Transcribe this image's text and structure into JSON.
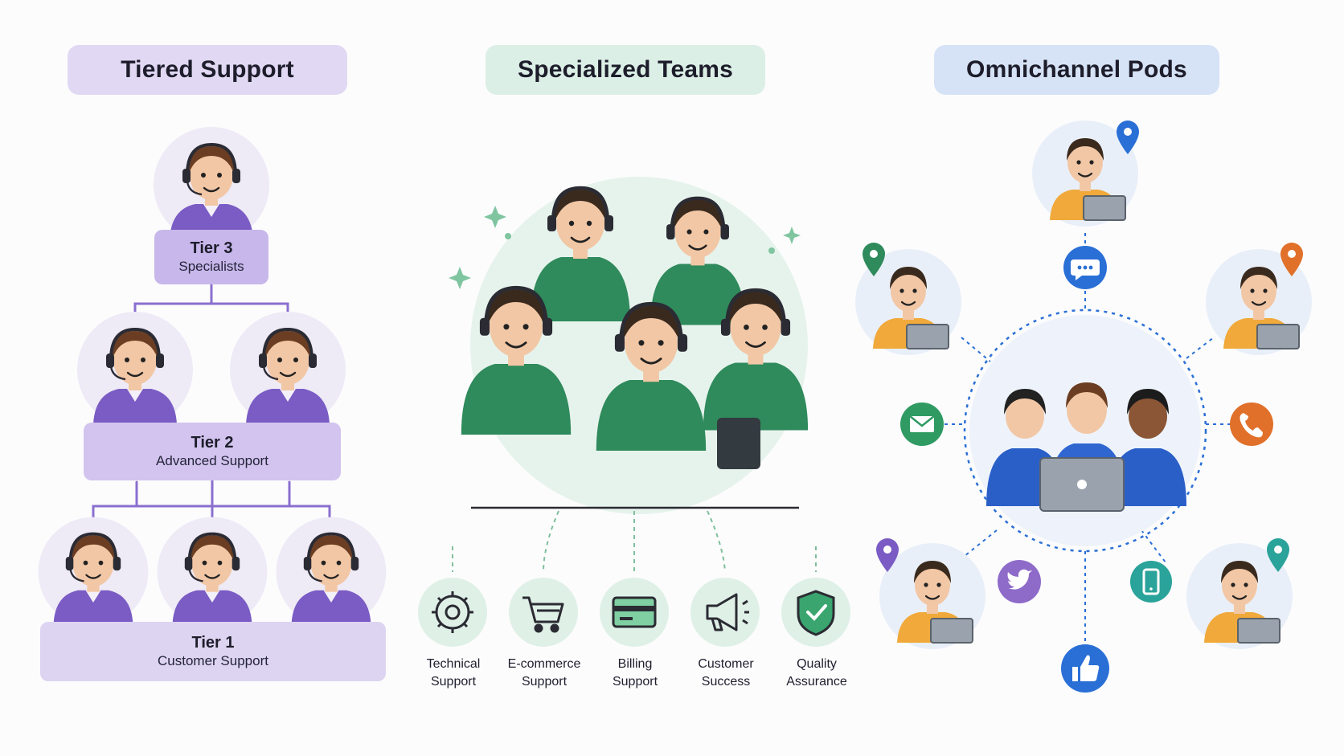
{
  "sections": {
    "tiered": {
      "title": "Tiered Support",
      "tiers": [
        {
          "name": "Tier 3",
          "sub": "Specialists"
        },
        {
          "name": "Tier 2",
          "sub": "Advanced Support"
        },
        {
          "name": "Tier 1",
          "sub": "Customer Support"
        }
      ]
    },
    "specialized": {
      "title": "Specialized Teams",
      "categories": [
        {
          "line1": "Technical",
          "line2": "Support",
          "icon": "gear-icon"
        },
        {
          "line1": "E-commerce",
          "line2": "Support",
          "icon": "cart-icon"
        },
        {
          "line1": "Billing",
          "line2": "Support",
          "icon": "credit-card-icon"
        },
        {
          "line1": "Customer",
          "line2": "Success",
          "icon": "megaphone-icon"
        },
        {
          "line1": "Quality",
          "line2": "Assurance",
          "icon": "shield-check-icon"
        }
      ]
    },
    "omnichannel": {
      "title": "Omnichannel Pods",
      "channels": [
        "chat-bubble-icon",
        "phone-icon",
        "mobile-icon",
        "thumbs-up-icon",
        "twitter-icon",
        "email-icon"
      ]
    }
  },
  "colors": {
    "purple_accent": "#7a5cc4",
    "green_accent": "#2f8a5c",
    "blue_accent": "#2a6fd6",
    "orange_accent": "#e0702a"
  }
}
